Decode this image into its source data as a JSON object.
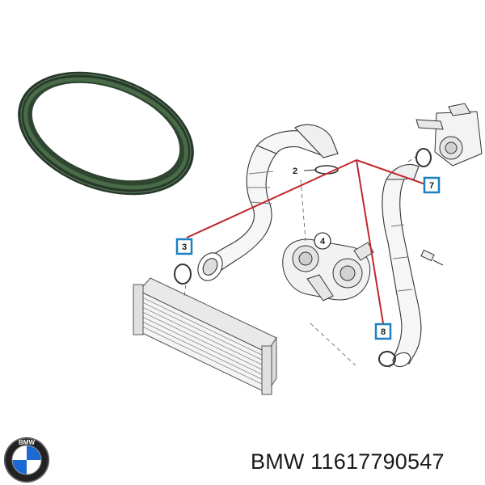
{
  "callouts": {
    "c2": "2",
    "c3": "3",
    "c4": "4",
    "c7": "7",
    "c8": "8"
  },
  "logo": {
    "text": "BMW",
    "colors": {
      "blue": "#1c69d4",
      "white": "#ffffff",
      "black": "#111111"
    }
  },
  "caption": {
    "brand": "BMW",
    "part_number": "11617790547"
  },
  "colors": {
    "gasket": "#3d5a3d",
    "leader_line": "#c0272d",
    "callout_box": "#1c7fc0"
  }
}
